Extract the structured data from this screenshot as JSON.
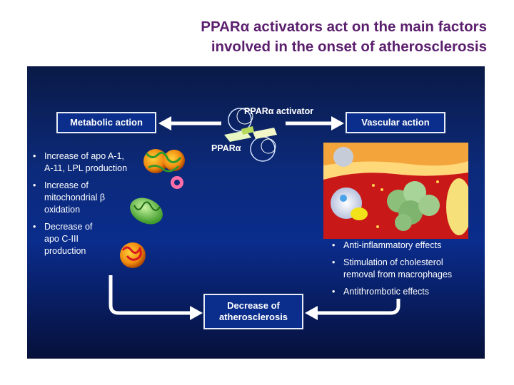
{
  "title": {
    "line1": "PPARα activators act on the main factors",
    "line2": "involved in the onset of atherosclerosis"
  },
  "diagram": {
    "activator_label": "PPARα activator",
    "ppar_label": "PPARα",
    "metabolic_box": "Metabolic action",
    "vascular_box": "Vascular action",
    "decrease_box_line1": "Decrease of",
    "decrease_box_line2": "atherosclerosis",
    "metabolic_effects": [
      [
        "Increase of apo A-1,",
        "A-11, LPL production"
      ],
      [
        "Increase of",
        "mitochondrial β",
        "oxidation"
      ],
      [
        "Decrease of",
        "apo C-III",
        "production"
      ]
    ],
    "vascular_effects": [
      [
        "Anti-inflammatory effects"
      ],
      [
        "Stimulation of cholesterol",
        "removal from macrophages"
      ],
      [
        "Antithrombotic effects"
      ]
    ]
  },
  "colors": {
    "title": "#5b1f6e",
    "panel_top": "#0a1a47",
    "panel_mid": "#0a2c8c",
    "box_fill": "#0b2e8c",
    "arrow": "#ffffff"
  }
}
